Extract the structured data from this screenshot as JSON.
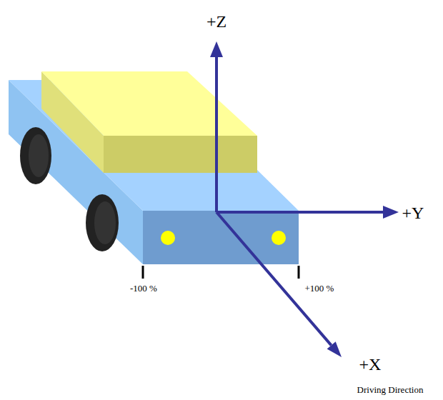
{
  "diagram": {
    "labels": [
      "+Z",
      "+Y",
      "+X",
      "Driving Direction",
      "-100 %",
      "+100 %"
    ]
  }
}
